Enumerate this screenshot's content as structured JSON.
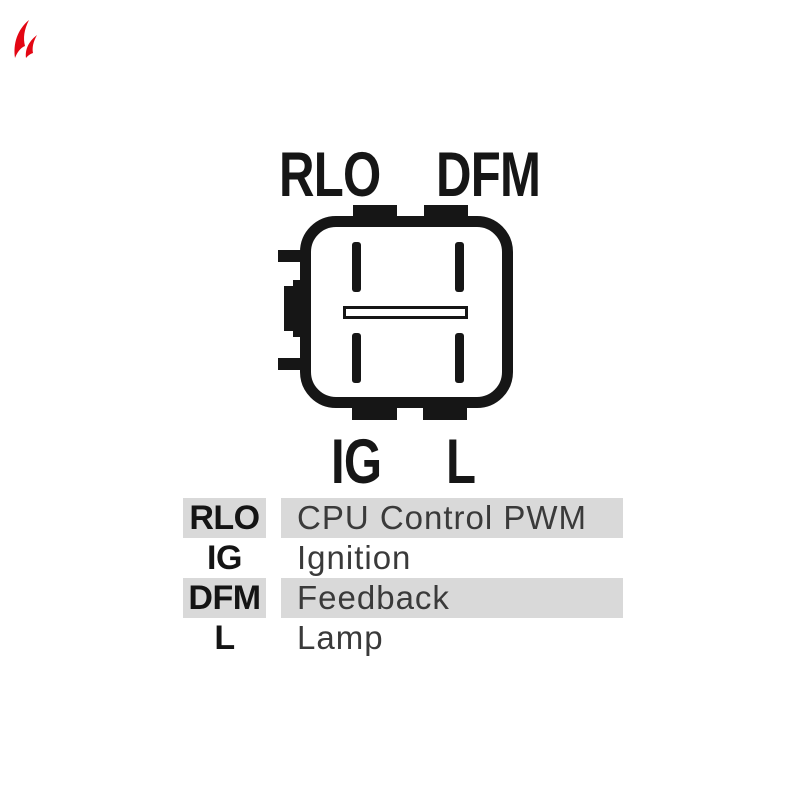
{
  "brand": {
    "mark_color": "#e30613"
  },
  "diagram": {
    "line_color": "#161616",
    "labels": {
      "top_left": "RLO",
      "top_right": "DFM",
      "bottom_left": "IG",
      "bottom_right": "L"
    }
  },
  "legend": {
    "row_shade_color": "#d9d9d9",
    "rows": [
      {
        "pin": "RLO",
        "description": "CPU Control PWM"
      },
      {
        "pin": "IG",
        "description": "Ignition"
      },
      {
        "pin": "DFM",
        "description": "Feedback"
      },
      {
        "pin": "L",
        "description": "Lamp"
      }
    ]
  }
}
